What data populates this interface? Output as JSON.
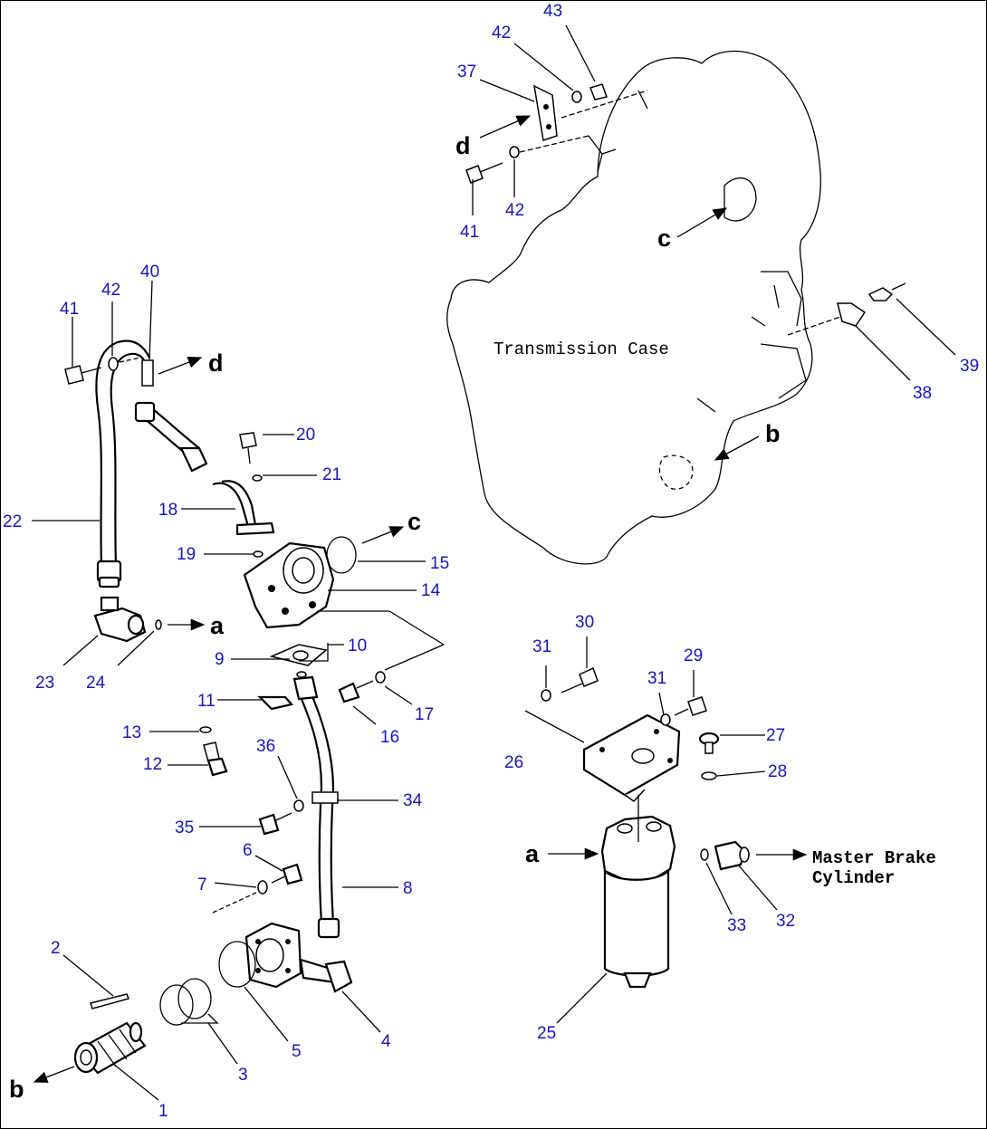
{
  "labels": {
    "transmission_case": "Transmission Case",
    "master_brake_1": "Master Brake",
    "master_brake_2": "Cylinder"
  },
  "letters": {
    "a": "a",
    "b": "b",
    "c": "c",
    "d": "d"
  },
  "parts": {
    "p1": "1",
    "p2": "2",
    "p3": "3",
    "p4": "4",
    "p5": "5",
    "p6": "6",
    "p7": "7",
    "p8": "8",
    "p9": "9",
    "p10": "10",
    "p11": "11",
    "p12": "12",
    "p13": "13",
    "p14": "14",
    "p15": "15",
    "p16": "16",
    "p17": "17",
    "p18": "18",
    "p19": "19",
    "p20": "20",
    "p21": "21",
    "p22": "22",
    "p23": "23",
    "p24": "24",
    "p25": "25",
    "p26": "26",
    "p27": "27",
    "p28": "28",
    "p29": "29",
    "p30": "30",
    "p31": "31",
    "p32": "32",
    "p33": "33",
    "p34": "34",
    "p35": "35",
    "p36": "36",
    "p37": "37",
    "p38": "38",
    "p39": "39",
    "p40": "40",
    "p41": "41",
    "p42": "42",
    "p43": "43"
  },
  "colors": {
    "callout": "#1515c8",
    "ink": "#000000",
    "background": "#ffffff"
  }
}
